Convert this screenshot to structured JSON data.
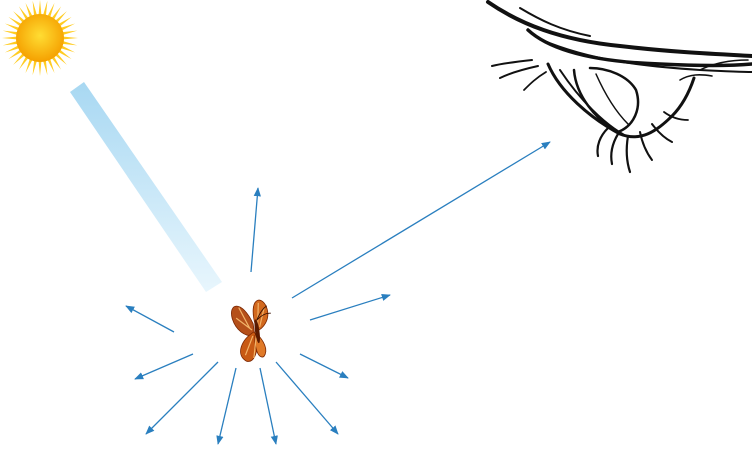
{
  "diagram": {
    "elements": [
      {
        "id": "sun",
        "icon": "sun-icon"
      },
      {
        "id": "light-beam",
        "icon": "light-beam"
      },
      {
        "id": "butterfly",
        "icon": "butterfly-icon"
      },
      {
        "id": "eye",
        "icon": "eye-icon"
      }
    ],
    "reflected_ray_count": 10,
    "colors": {
      "sun_core": "#f5a000",
      "sun_rays": "#ffcc22",
      "beam_start": "#a8d8f2",
      "beam_end": "#e8f6fd",
      "arrow": "#2a7fbf",
      "butterfly_wing": "#d2691e",
      "butterfly_dark": "#8b2500",
      "eye_stroke": "#111111"
    }
  }
}
